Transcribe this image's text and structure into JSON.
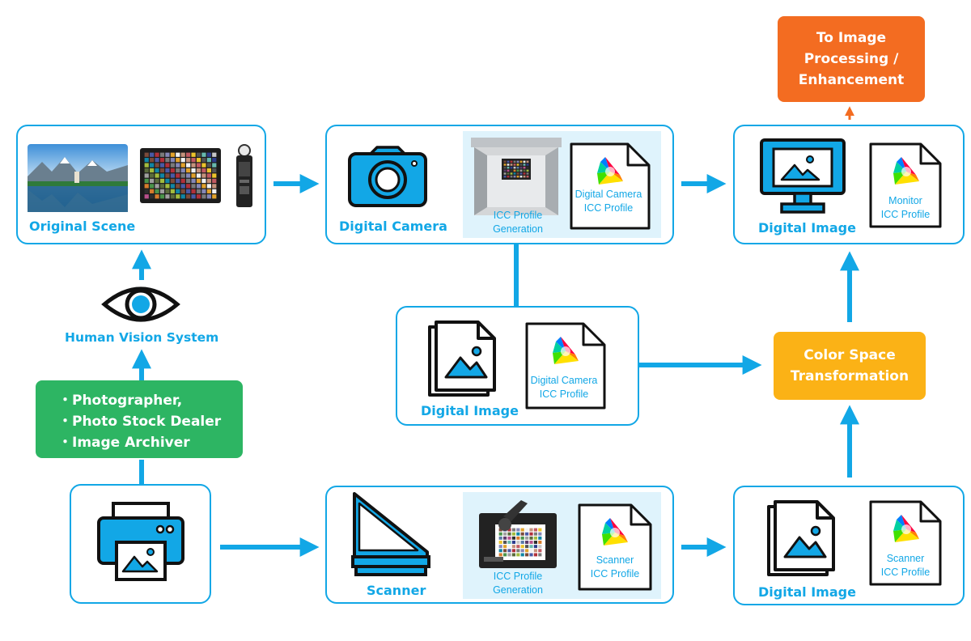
{
  "nodes": {
    "original_scene": {
      "label": "Original Scene"
    },
    "human_vision": {
      "label": "Human Vision System"
    },
    "people": {
      "items": [
        "Photographer,",
        "Photo Stock Dealer",
        "Image Archiver"
      ],
      "bullet": "・"
    },
    "digital_camera": {
      "label": "Digital Camera",
      "generation": [
        "ICC Profile",
        "Generation"
      ],
      "profile": [
        "Digital Camera",
        "ICC Profile"
      ]
    },
    "digital_image_camera": {
      "label": "Digital Image",
      "profile": [
        "Digital Camera",
        "ICC Profile"
      ]
    },
    "digital_image_monitor": {
      "label": "Digital Image",
      "profile": [
        "Monitor",
        "ICC Profile"
      ]
    },
    "to_processing": {
      "lines": [
        "To Image",
        "Processing /",
        "Enhancement"
      ]
    },
    "color_space": {
      "lines": [
        "Color Space",
        "Transformation"
      ]
    },
    "scanner": {
      "label": "Scanner",
      "generation": [
        "ICC Profile",
        "Generation"
      ],
      "profile": [
        "Scanner",
        "ICC Profile"
      ]
    },
    "digital_image_scanner": {
      "label": "Digital Image",
      "profile": [
        "Scanner",
        "ICC Profile"
      ]
    }
  },
  "colors": {
    "primary_blue": "#12a7e6",
    "light_panel": "#dff3fc",
    "green": "#2db563",
    "orange": "#f36c21",
    "amber": "#fbb216"
  },
  "icons": [
    "landscape-photo-icon",
    "color-checker-icon",
    "light-meter-icon",
    "camera-icon",
    "light-booth-icon",
    "icc-profile-document-icon",
    "monitor-icon",
    "eye-icon",
    "printer-icon",
    "flatbed-scanner-icon",
    "spectrophotometer-icon",
    "image-stack-icon"
  ]
}
